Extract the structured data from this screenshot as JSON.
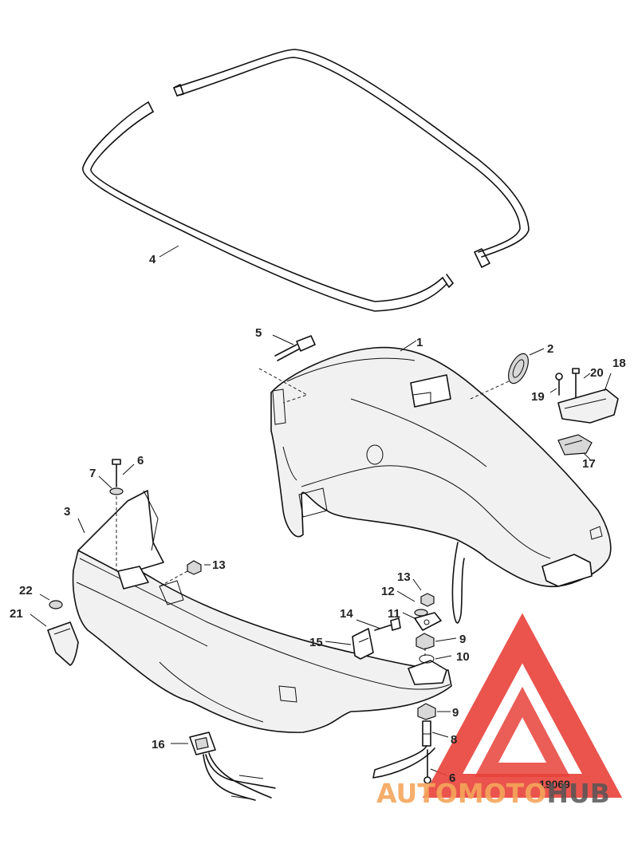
{
  "callouts": {
    "c1": "1",
    "c2": "2",
    "c3": "3",
    "c4": "4",
    "c5": "5",
    "c6a": "6",
    "c6b": "6",
    "c7": "7",
    "c8": "8",
    "c9a": "9",
    "c9b": "9",
    "c10": "10",
    "c11": "11",
    "c12": "12",
    "c13a": "13",
    "c13b": "13",
    "c14": "14",
    "c15": "15",
    "c16": "16",
    "c17": "17",
    "c18": "18",
    "c19": "19",
    "c20": "20",
    "c21": "21",
    "c22": "22"
  },
  "figure_number": "19069",
  "watermark": {
    "brand_part1": "AUTOMOTO",
    "brand_part2": "HUB",
    "logo_colors": {
      "triangle": "#e8413a",
      "text_orange": "#f5a65b",
      "text_gray": "#555555"
    }
  }
}
